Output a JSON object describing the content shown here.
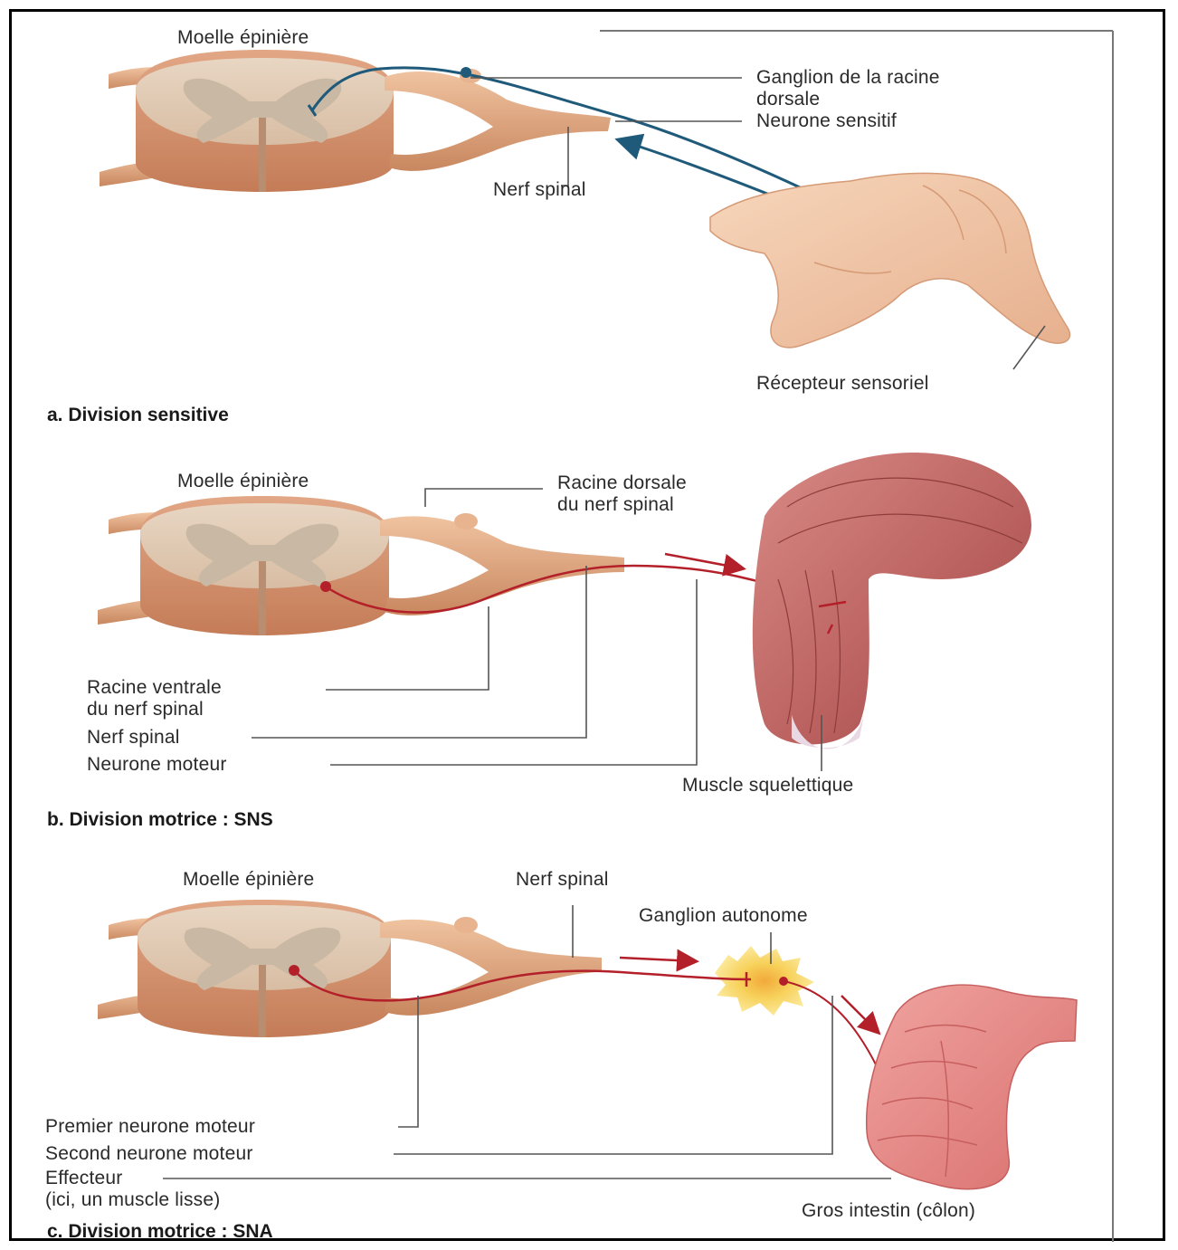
{
  "colors": {
    "sensory_neuron": "#1f5a7a",
    "motor_neuron": "#b3202a",
    "cord_white_matter": "#e7d2bd",
    "cord_gray_matter": "#c9b8a3",
    "nerve": "#dca37f",
    "muscle": "#c46a6a",
    "ganglion": "#f4c94a",
    "intestine": "#e08b8b",
    "skin": "#f2c7a5",
    "leader_line": "#555555"
  },
  "panel_a": {
    "title": "a. Division sensitive",
    "spinal_cord": "Moelle épinière",
    "ganglion_line1": "Ganglion de la racine",
    "ganglion_line2": "dorsale",
    "sensory_neuron": "Neurone sensitif",
    "spinal_nerve": "Nerf spinal",
    "receptor": "Récepteur sensoriel"
  },
  "panel_b": {
    "title": "b. Division motrice : SNS",
    "spinal_cord": "Moelle épinière",
    "dorsal_root_line1": "Racine dorsale",
    "dorsal_root_line2": "du nerf spinal",
    "ventral_root_line1": "Racine ventrale",
    "ventral_root_line2": "du nerf spinal",
    "spinal_nerve": "Nerf spinal",
    "motor_neuron": "Neurone moteur",
    "skeletal_muscle": "Muscle squelettique"
  },
  "panel_c": {
    "title": "c. Division motrice : SNA",
    "spinal_cord": "Moelle épinière",
    "spinal_nerve": "Nerf spinal",
    "autonomic_ganglion": "Ganglion autonome",
    "first_motor_neuron": "Premier neurone moteur",
    "second_motor_neuron": "Second neurone moteur",
    "effector_line1": "Effecteur",
    "effector_line2": "(ici, un muscle lisse)",
    "large_intestine": "Gros intestin (côlon)"
  }
}
